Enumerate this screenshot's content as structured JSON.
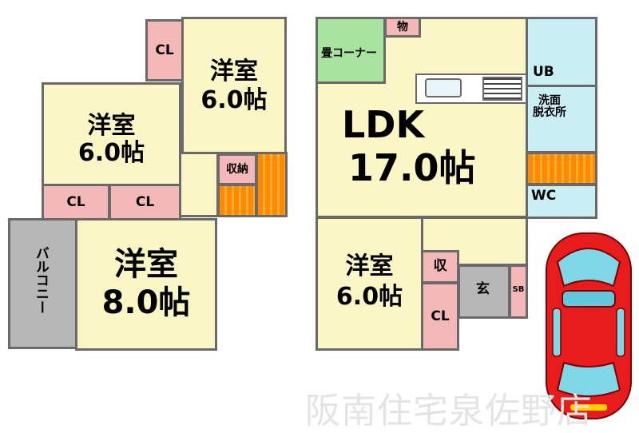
{
  "left_plan": {
    "room_top": {
      "name": "洋室",
      "size": "6.0帖"
    },
    "room_mid": {
      "name": "洋室",
      "size": "6.0帖"
    },
    "room_big": {
      "name": "洋室",
      "size": "8.0帖"
    },
    "cl_top": "CL",
    "cl_a": "CL",
    "cl_b": "CL",
    "storage": "収納",
    "balcony": "バルコニー"
  },
  "right_plan": {
    "ldk": {
      "name": "LDK",
      "size": "17.0帖"
    },
    "tatami": "畳コーナー",
    "mono": "物",
    "ub": "UB",
    "washroom": "洗面\n脱衣所",
    "wc": "WC",
    "room": {
      "name": "洋室",
      "size": "6.0帖"
    },
    "shu": "収",
    "genkan": "玄",
    "sb": "SB",
    "cl": "CL"
  },
  "watermark": "阪南住宅泉佐野店",
  "colors": {
    "closet": "#f4b8b8",
    "room": "#fbf6c5",
    "wet": "#c9eef4",
    "tatami": "#a8e4a0",
    "stairs": "#ff8a00",
    "balcony": "#b7b7b7",
    "car": "#e81c1c"
  }
}
